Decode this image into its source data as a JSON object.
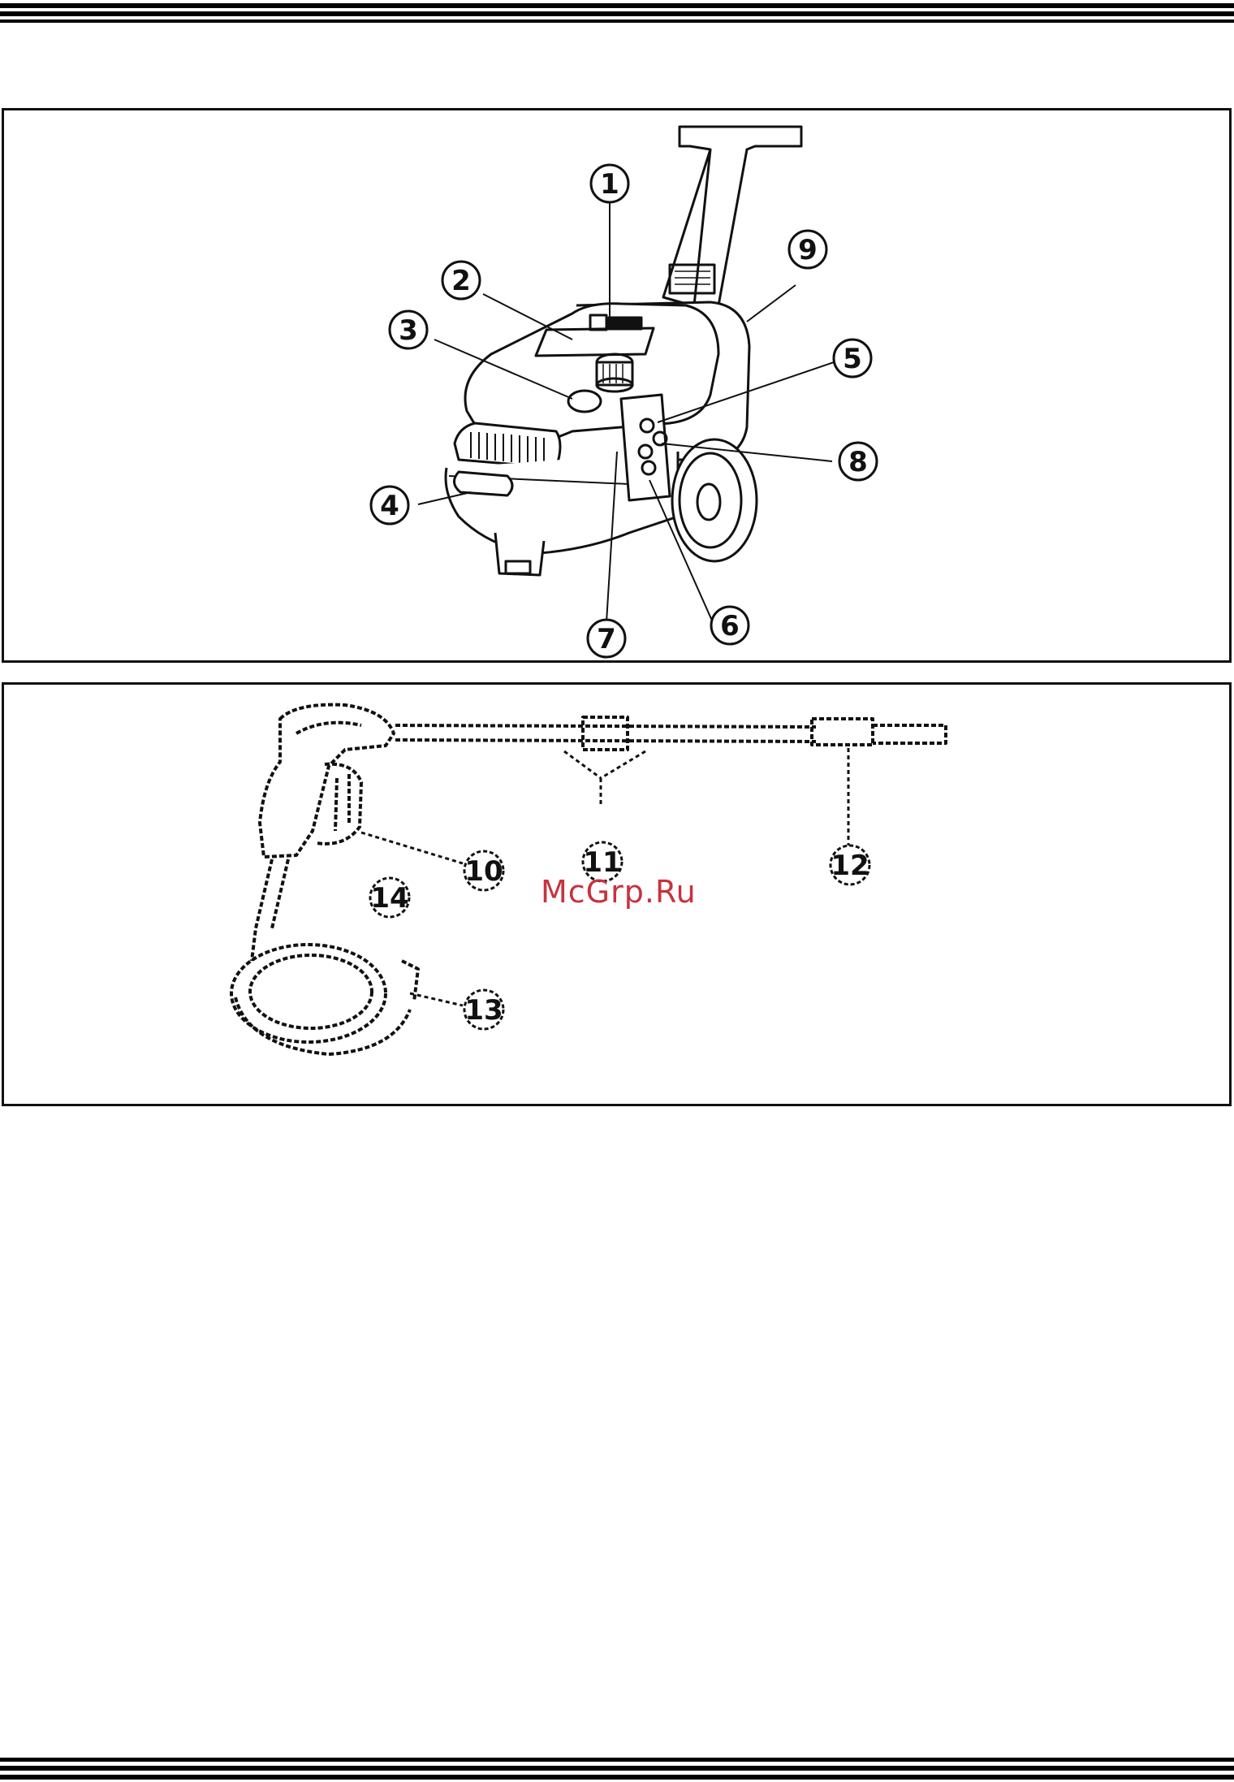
{
  "figure1": {
    "callouts": [
      {
        "id": "c1",
        "label": "1"
      },
      {
        "id": "c2",
        "label": "2"
      },
      {
        "id": "c3",
        "label": "3"
      },
      {
        "id": "c4",
        "label": "4"
      },
      {
        "id": "c5",
        "label": "5"
      },
      {
        "id": "c6",
        "label": "6"
      },
      {
        "id": "c7",
        "label": "7"
      },
      {
        "id": "c8",
        "label": "8"
      },
      {
        "id": "c9",
        "label": "9"
      }
    ]
  },
  "figure2": {
    "callouts": [
      {
        "id": "c10",
        "label": "10"
      },
      {
        "id": "c11",
        "label": "11"
      },
      {
        "id": "c12",
        "label": "12"
      },
      {
        "id": "c13",
        "label": "13"
      },
      {
        "id": "c14",
        "label": "14"
      }
    ]
  },
  "watermark": {
    "text": "McGrp.Ru",
    "color": "#c8323c"
  }
}
